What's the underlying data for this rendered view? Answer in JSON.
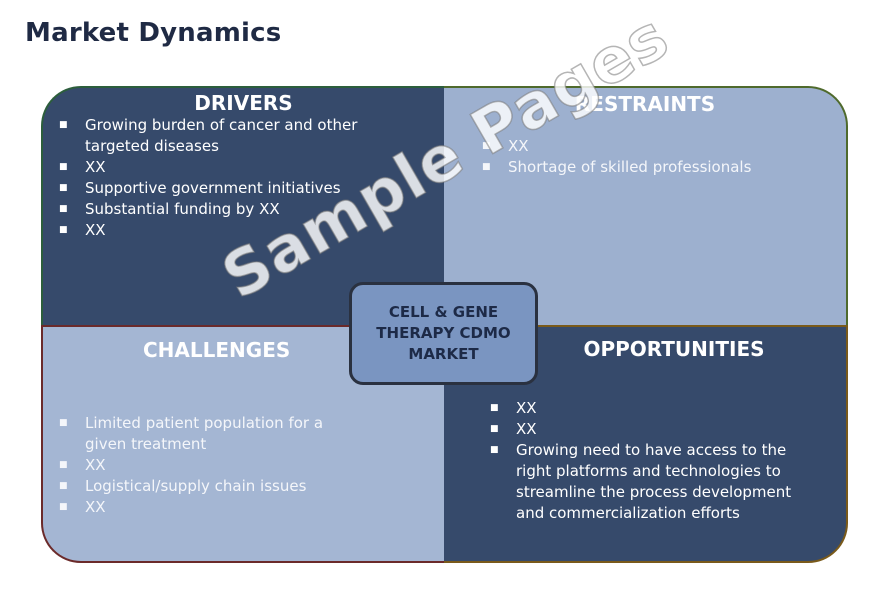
{
  "page_title": "Market Dynamics",
  "center_label": "CELL & GENE THERAPY CDMO MARKET",
  "watermark": "Sample Pages",
  "quadrants": {
    "drivers": {
      "heading": "DRIVERS",
      "items": [
        "Growing burden of cancer and other targeted diseases",
        "XX",
        "Supportive government initiatives",
        "Substantial funding by XX",
        "XX"
      ]
    },
    "restraints": {
      "heading": "RESTRAINTS",
      "items": [
        "XX",
        "Shortage of skilled professionals"
      ]
    },
    "challenges": {
      "heading": "CHALLENGES",
      "items": [
        "Limited patient population for a given treatment",
        "XX",
        "Logistical/supply chain issues",
        "XX"
      ]
    },
    "opportunities": {
      "heading": "OPPORTUNITIES",
      "items": [
        "XX",
        "XX",
        "Growing need to have access to the right platforms and technologies to streamline the process development and commercialization efforts"
      ]
    }
  },
  "colors": {
    "dark_quadrant": "#364a6b",
    "light_quadrant": "#9db0cf",
    "center_fill": "#7a95c1",
    "title": "#1f2a44"
  }
}
